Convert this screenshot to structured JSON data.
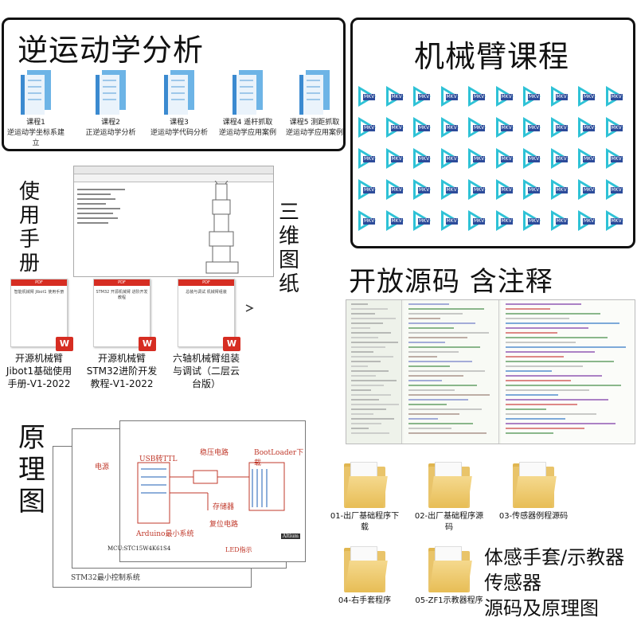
{
  "sections": {
    "inverse_kinematics_title": "逆运动学分析",
    "arm_course_title": "机械臂课程",
    "manual_label": [
      "使",
      "用",
      "手",
      "册"
    ],
    "three_d_label": [
      "三",
      "维",
      "图",
      "纸"
    ],
    "source_title": "开放源码 含注释",
    "schematic_label": [
      "原",
      "理",
      "图"
    ],
    "bottom_lines": [
      "体感手套/示教器",
      "传感器",
      "源码及原理图"
    ]
  },
  "lessons": [
    {
      "num": "课程1",
      "desc": "逆运动学坐标系建立"
    },
    {
      "num": "课程2",
      "desc": "正逆运动学分析"
    },
    {
      "num": "课程3",
      "desc": "逆运动学代码分析"
    },
    {
      "num": "课程4 遥杆抓取",
      "desc": "逆运动学应用案例"
    },
    {
      "num": "课程5 测距抓取",
      "desc": "逆运动学应用案例"
    }
  ],
  "mkv": {
    "tag": "MKV"
  },
  "pdfs": [
    {
      "lines": [
        "开源机械臂",
        "Jibot1基础使用",
        "手册-V1-2022"
      ],
      "sheet_title": "智能机械臂 Jibot1 使用手册"
    },
    {
      "lines": [
        "开源机械臂",
        "STM32进阶开发",
        "教程-V1-2022"
      ],
      "sheet_title": "STM32 开源机械臂 进阶开发教程"
    },
    {
      "lines": [
        "六轴机械臂组装",
        "与调试（二层云",
        "台版）"
      ],
      "sheet_title": "总装与调试 机械臂组装"
    }
  ],
  "pdf_bar": "PDF",
  "wps_glyph": "W",
  "schematic": {
    "usb": "USB转TTL",
    "power": "稳压电路",
    "bootloader": "BootLoader下载",
    "storage": "存储器",
    "reset": "复位电路",
    "arduino": "Arduino最小系统",
    "mcu": "MCU:STC15W4K61S4",
    "stm32": "STM32最小控制系统",
    "led": "LED指示",
    "supply": "电源",
    "logo": "Altium"
  },
  "folders": [
    {
      "label": "01-出厂基础程序下载"
    },
    {
      "label": "02-出厂基础程序源码"
    },
    {
      "label": "03-传感器例程源码"
    },
    {
      "label": "04-右手套程序"
    },
    {
      "label": "05-ZF1示教器程序"
    }
  ],
  "colors": {
    "accent": "#2ec2d6",
    "pdf_red": "#d62d22",
    "folder": "#e9c46a"
  }
}
